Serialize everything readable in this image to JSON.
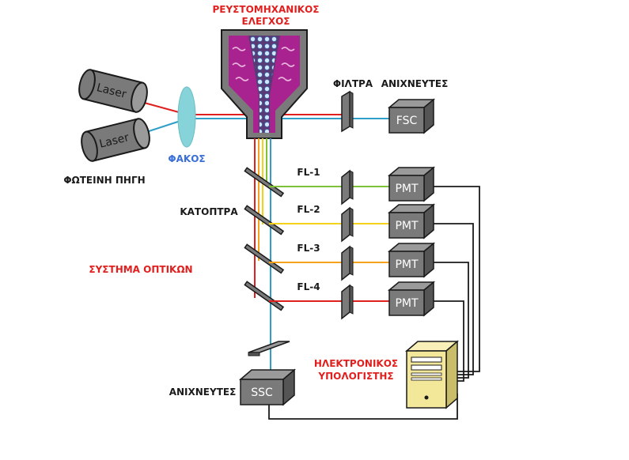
{
  "labels": {
    "fluidics_line1": "ΡΕΥΣΤΟΜΗΧΑΝΙΚΟΣ",
    "fluidics_line2": "ΕΛΕΓΧΟΣ",
    "filters": "ΦΙΛΤΡΑ",
    "detectors_top": "ΑΝΙΧΝΕΥΤΕΣ",
    "lens": "ΦΑΚΟΣ",
    "light_source": "ΦΩΤΕΙΝΗ ΠΗΓΗ",
    "mirrors": "ΚΑΤΟΠΤΡΑ",
    "optics_system": "ΣΥΣΤΗΜΑ ΟΠΤΙΚΩΝ",
    "computer_line1": "ΗΛΕΚΤΡΟΝΙΚΟΣ",
    "computer_line2": "ΥΠΟΛΟΓΙΣΤΗΣ",
    "detectors_bottom": "ΑΝΙΧΝΕΥΤΕΣ"
  },
  "lasers": [
    {
      "label": "Laser",
      "beam_color": "#e0201e"
    },
    {
      "label": "Laser",
      "beam_color": "#2f9ec9"
    }
  ],
  "fsc_detector": {
    "label": "FSC"
  },
  "ssc_detector": {
    "label": "SSC"
  },
  "channels": [
    {
      "label": "FL-1",
      "detector": "PMT",
      "color": "#7fc23a"
    },
    {
      "label": "FL-2",
      "detector": "PMT",
      "color": "#f2d21a"
    },
    {
      "label": "FL-3",
      "detector": "PMT",
      "color": "#f5a21c"
    },
    {
      "label": "FL-4",
      "detector": "PMT",
      "color": "#e0201e"
    }
  ],
  "colors": {
    "fluid": "#a8238f",
    "device_gray": "#7a7a7a",
    "lens": "#86d3d9",
    "computer": "#f3e79a",
    "wire": "#1a1a1a",
    "blue_beam": "#2f9ec9",
    "red_beam": "#e0201e"
  }
}
